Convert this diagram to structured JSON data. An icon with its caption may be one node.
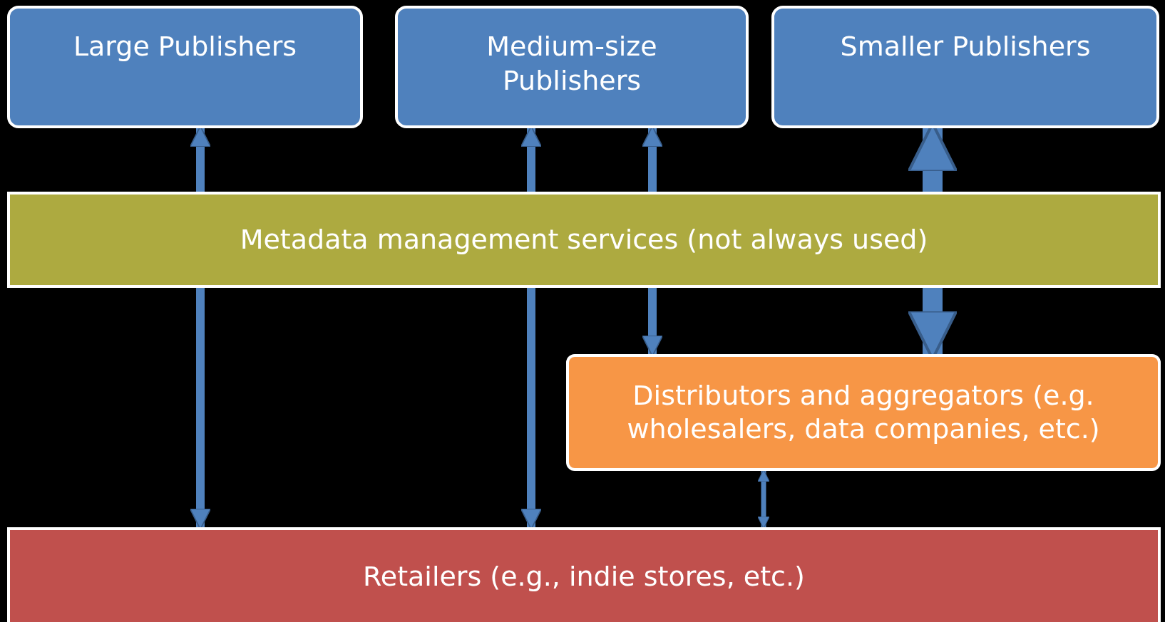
{
  "diagram": {
    "nodes": [
      {
        "text": [
          "Large Publishers"
        ]
      },
      {
        "text": [
          "Medium-size Publishers"
        ]
      },
      {
        "text": [
          "Smaller Publishers"
        ]
      },
      {
        "text": [
          "Metadata management services (not always used)"
        ]
      },
      {
        "text": [
          "Distributors and aggregators (e.g. wholesalers, data companies, etc.)"
        ]
      },
      {
        "text": [
          "Retailers (e.g., indie stores, etc.)"
        ]
      }
    ],
    "edges": [
      {
        "from": 3,
        "to": 0,
        "arrow": "to"
      },
      {
        "from": 3,
        "to": 5,
        "arrow": "to"
      },
      {
        "from": 3,
        "to": 1,
        "arrow": "to"
      },
      {
        "from": 3,
        "to": 5,
        "arrow": "to"
      },
      {
        "from": 3,
        "to": 1,
        "arrow": "to"
      },
      {
        "from": 3,
        "to": 4,
        "arrow": "to"
      },
      {
        "from": 3,
        "to": 2,
        "arrow": "to",
        "style": "thick"
      },
      {
        "from": 3,
        "to": 4,
        "arrow": "to",
        "style": "thick"
      },
      {
        "from": 4,
        "to": 5,
        "arrow": "both"
      }
    ]
  }
}
